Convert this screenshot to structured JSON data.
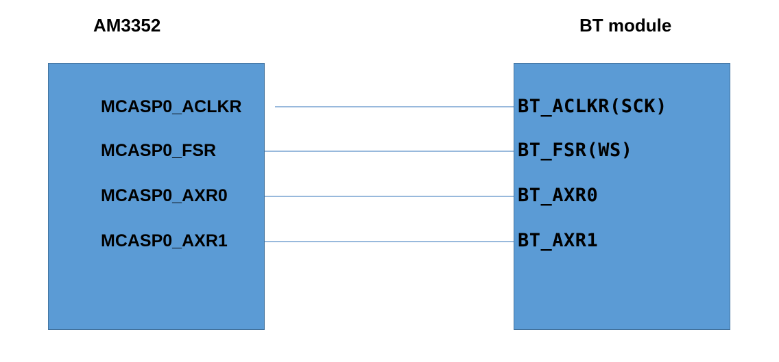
{
  "left_chip": {
    "title": "AM3352",
    "pins": [
      "MCASP0_ACLKR",
      "MCASP0_FSR",
      "MCASP0_AXR0",
      "MCASP0_AXR1"
    ]
  },
  "right_chip": {
    "title": "BT module",
    "pins": [
      "BT_ACLKR(SCK)",
      "BT_FSR(WS)",
      "BT_AXR0",
      "BT_AXR1"
    ]
  },
  "colors": {
    "box_fill": "#5b9bd5",
    "box_border": "#41719c",
    "wire": "#5b8fc8"
  }
}
